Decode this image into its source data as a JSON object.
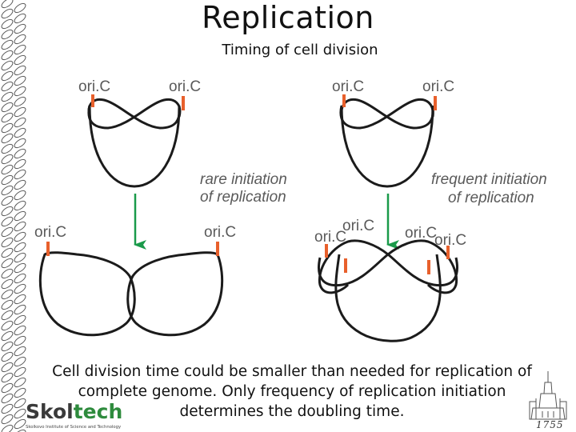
{
  "slide": {
    "title": "Replication",
    "subtitle": "Timing of cell division",
    "caption": {
      "line1": "Cell division time could be smaller than needed for replication of",
      "line2": "complete genome. Only frequency of replication initiation",
      "line3": "determines the doubling time."
    }
  },
  "diagram": {
    "origin_label": "ori.C",
    "rare_line1": "rare initiation",
    "rare_line2": "of replication",
    "frequent_line1": "frequent initiation",
    "frequent_line2": "of replication"
  },
  "branding": {
    "logo_part1": "Skol",
    "logo_part2": "tech",
    "logo_subtitle": "Skolkovo Institute of Science and Technology",
    "emblem_year": "1755"
  },
  "colors": {
    "origin_marker": "#e8602c",
    "arrow": "#1a9a4a",
    "logo_accent": "#2e8b3d"
  }
}
